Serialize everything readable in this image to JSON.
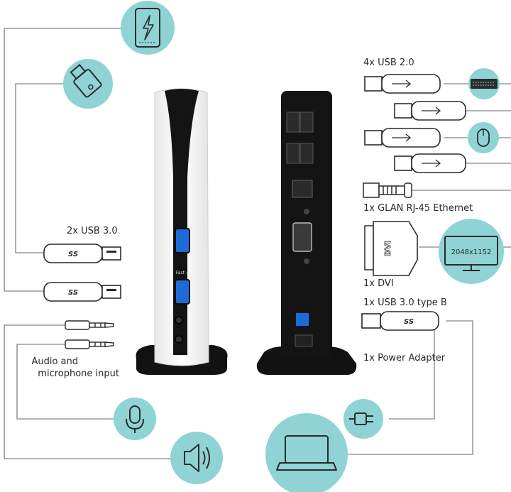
{
  "labels": {
    "usb3": "2x USB 3.0",
    "audio_line1": "Audio and",
    "audio_line2": "microphone input",
    "usb2": "4x USB 2.0",
    "ethernet": "1x GLAN RJ-45 Ethernet",
    "dvi": "1x DVI",
    "usb3b": "1x USB 3.0 type B",
    "power": "1x Power Adapter"
  },
  "monitor": {
    "resolution": "2048x1152"
  },
  "connector_text": {
    "dvi_plug": "DVI",
    "ss_logo": "SS"
  },
  "dock_front": {
    "port_text": "Fast ⚡"
  },
  "colors": {
    "accent_circle": "#8fd3d4",
    "icon_stroke": "#2b2b2b",
    "cable": "#9a9a9a",
    "dock_black": "#121212",
    "dock_white": "#f7f7f7",
    "usb3_blue": "#1e6bd6"
  },
  "icons": [
    "power-bank-icon",
    "usb-stick-icon",
    "keyboard-icon",
    "mouse-icon",
    "monitor-icon",
    "microphone-icon",
    "speaker-icon",
    "laptop-icon",
    "power-plug-icon"
  ]
}
